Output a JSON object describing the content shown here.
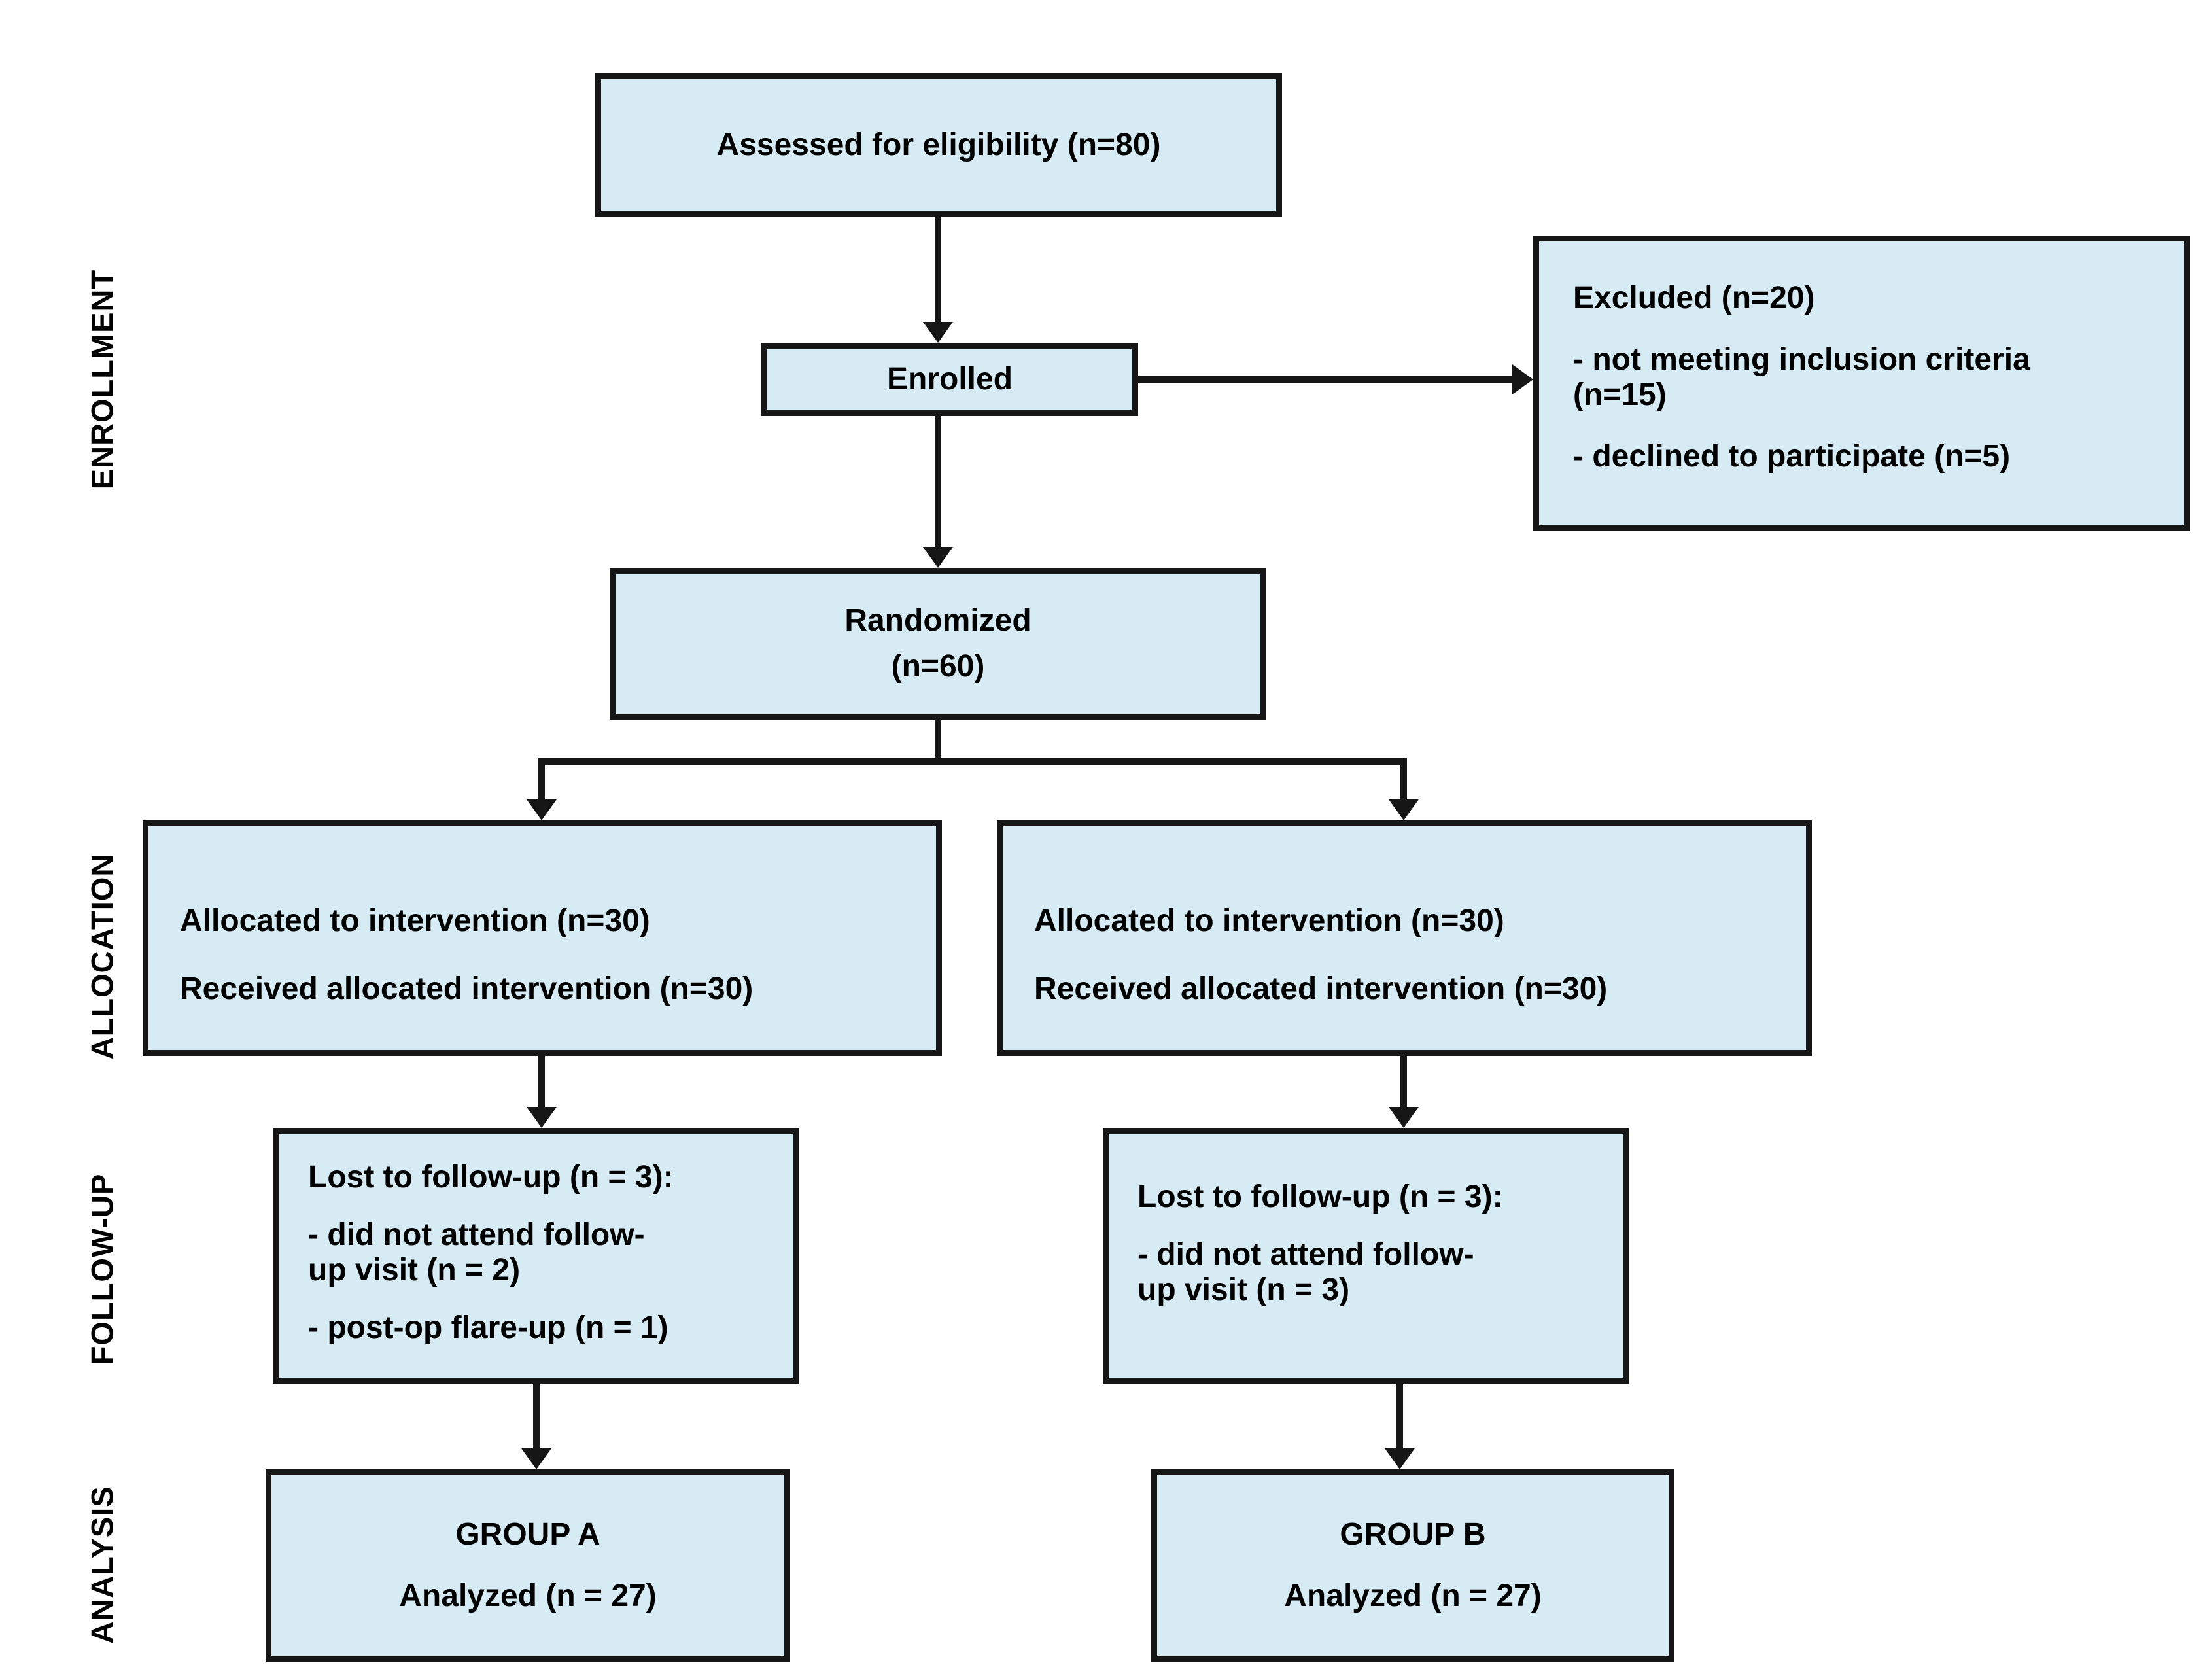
{
  "colors": {
    "box_fill": "#d6ebf3",
    "line": "#161616"
  },
  "stages": [
    {
      "label": "ENROLLMENT"
    },
    {
      "label": "ALLOCATION"
    },
    {
      "label": "FOLLOW-UP"
    },
    {
      "label": "ANALYSIS"
    }
  ],
  "boxes": {
    "assessed": {
      "text": "Assessed for eligibility (n=80)"
    },
    "enrolled": {
      "text": "Enrolled"
    },
    "excluded": {
      "title": "Excluded (n=20)",
      "item1": "- not meeting inclusion criteria\n(n=15)",
      "item2": "- declined to participate (n=5)"
    },
    "randomized": {
      "line1": "Randomized",
      "line2": "(n=60)"
    },
    "alloc_left": {
      "line1": "Allocated to intervention (n=30)",
      "line2": "Received allocated intervention (n=30)"
    },
    "alloc_right": {
      "line1": "Allocated to intervention (n=30)",
      "line2": "Received allocated intervention (n=30)"
    },
    "followup_left": {
      "title": "Lost to follow-up (n = 3):",
      "item1": "- did not attend follow-\nup visit (n = 2)",
      "item2": "- post-op flare-up (n = 1)"
    },
    "followup_right": {
      "title": "Lost to follow-up (n = 3):",
      "item1": "- did not attend follow-\nup visit (n = 3)"
    },
    "analysis_left": {
      "line1": "GROUP A",
      "line2": "Analyzed (n = 27)"
    },
    "analysis_right": {
      "line1": "GROUP B",
      "line2": "Analyzed (n = 27)"
    }
  }
}
